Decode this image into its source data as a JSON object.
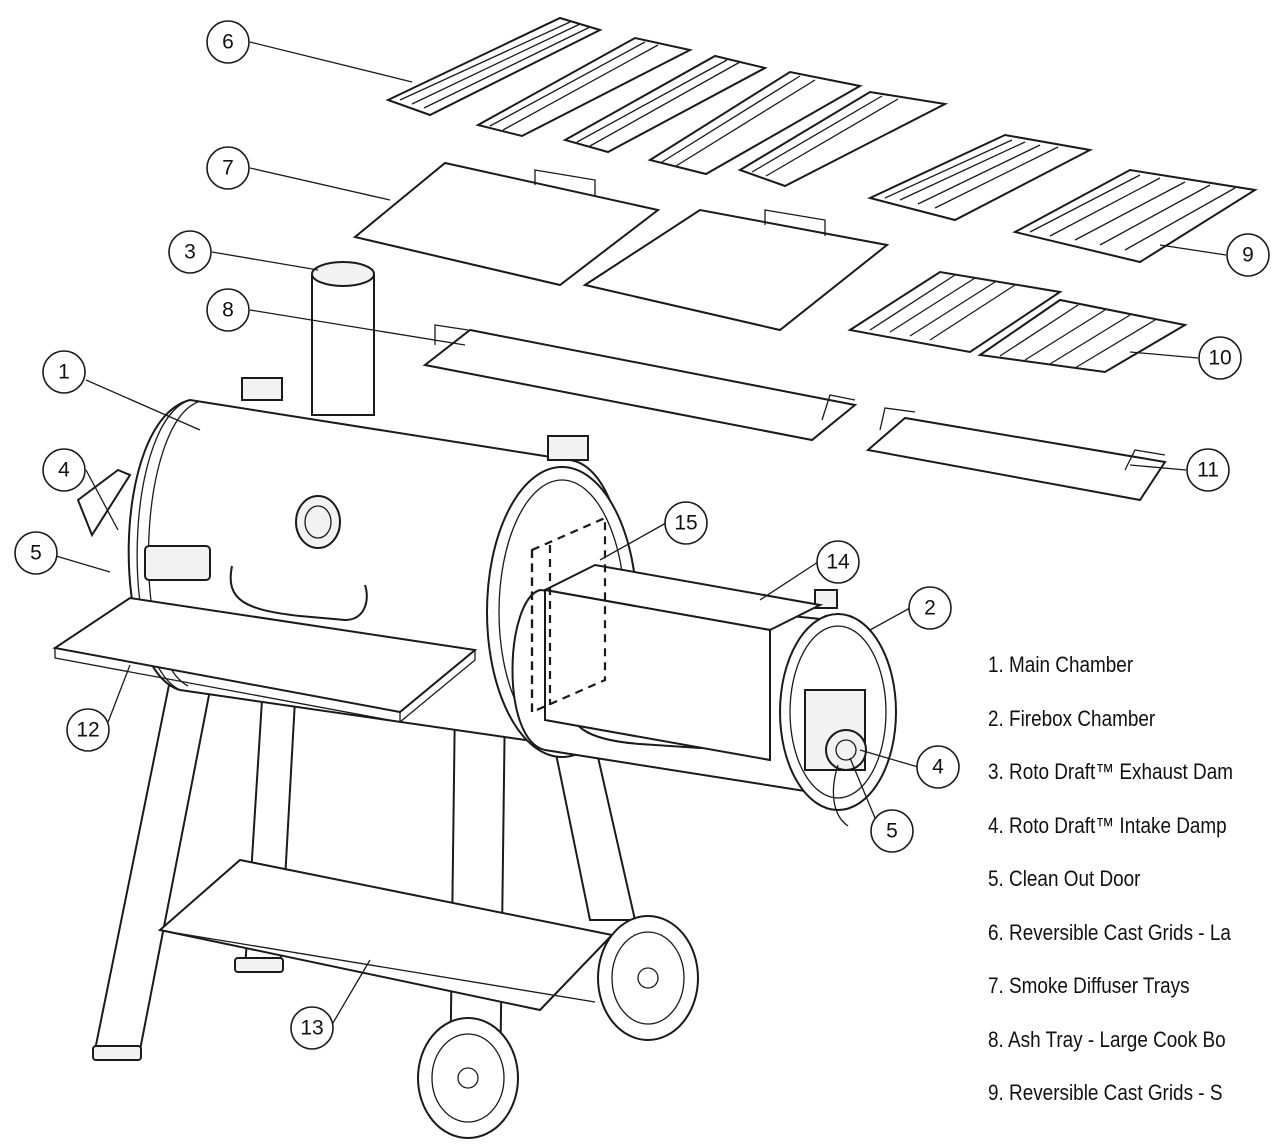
{
  "diagram": {
    "callouts": [
      "6",
      "7",
      "3",
      "8",
      "9",
      "10",
      "1",
      "11",
      "4",
      "5",
      "15",
      "14",
      "2",
      "12",
      "4",
      "5",
      "13"
    ],
    "legend": [
      "1.   Main  Chamber",
      "2.   Firebox   Chamber",
      "3. Roto Draft™ Exhaust Dam",
      "4. Roto Draft™ Intake Damp",
      "5. Clean Out Door",
      "6.  Reversible Cast Grids -  La",
      "7.  Smoke Diffuser Trays",
      "8. Ash Tray -  Large Cook Bo",
      "9.  Reversible Cast Grids -  S"
    ]
  }
}
